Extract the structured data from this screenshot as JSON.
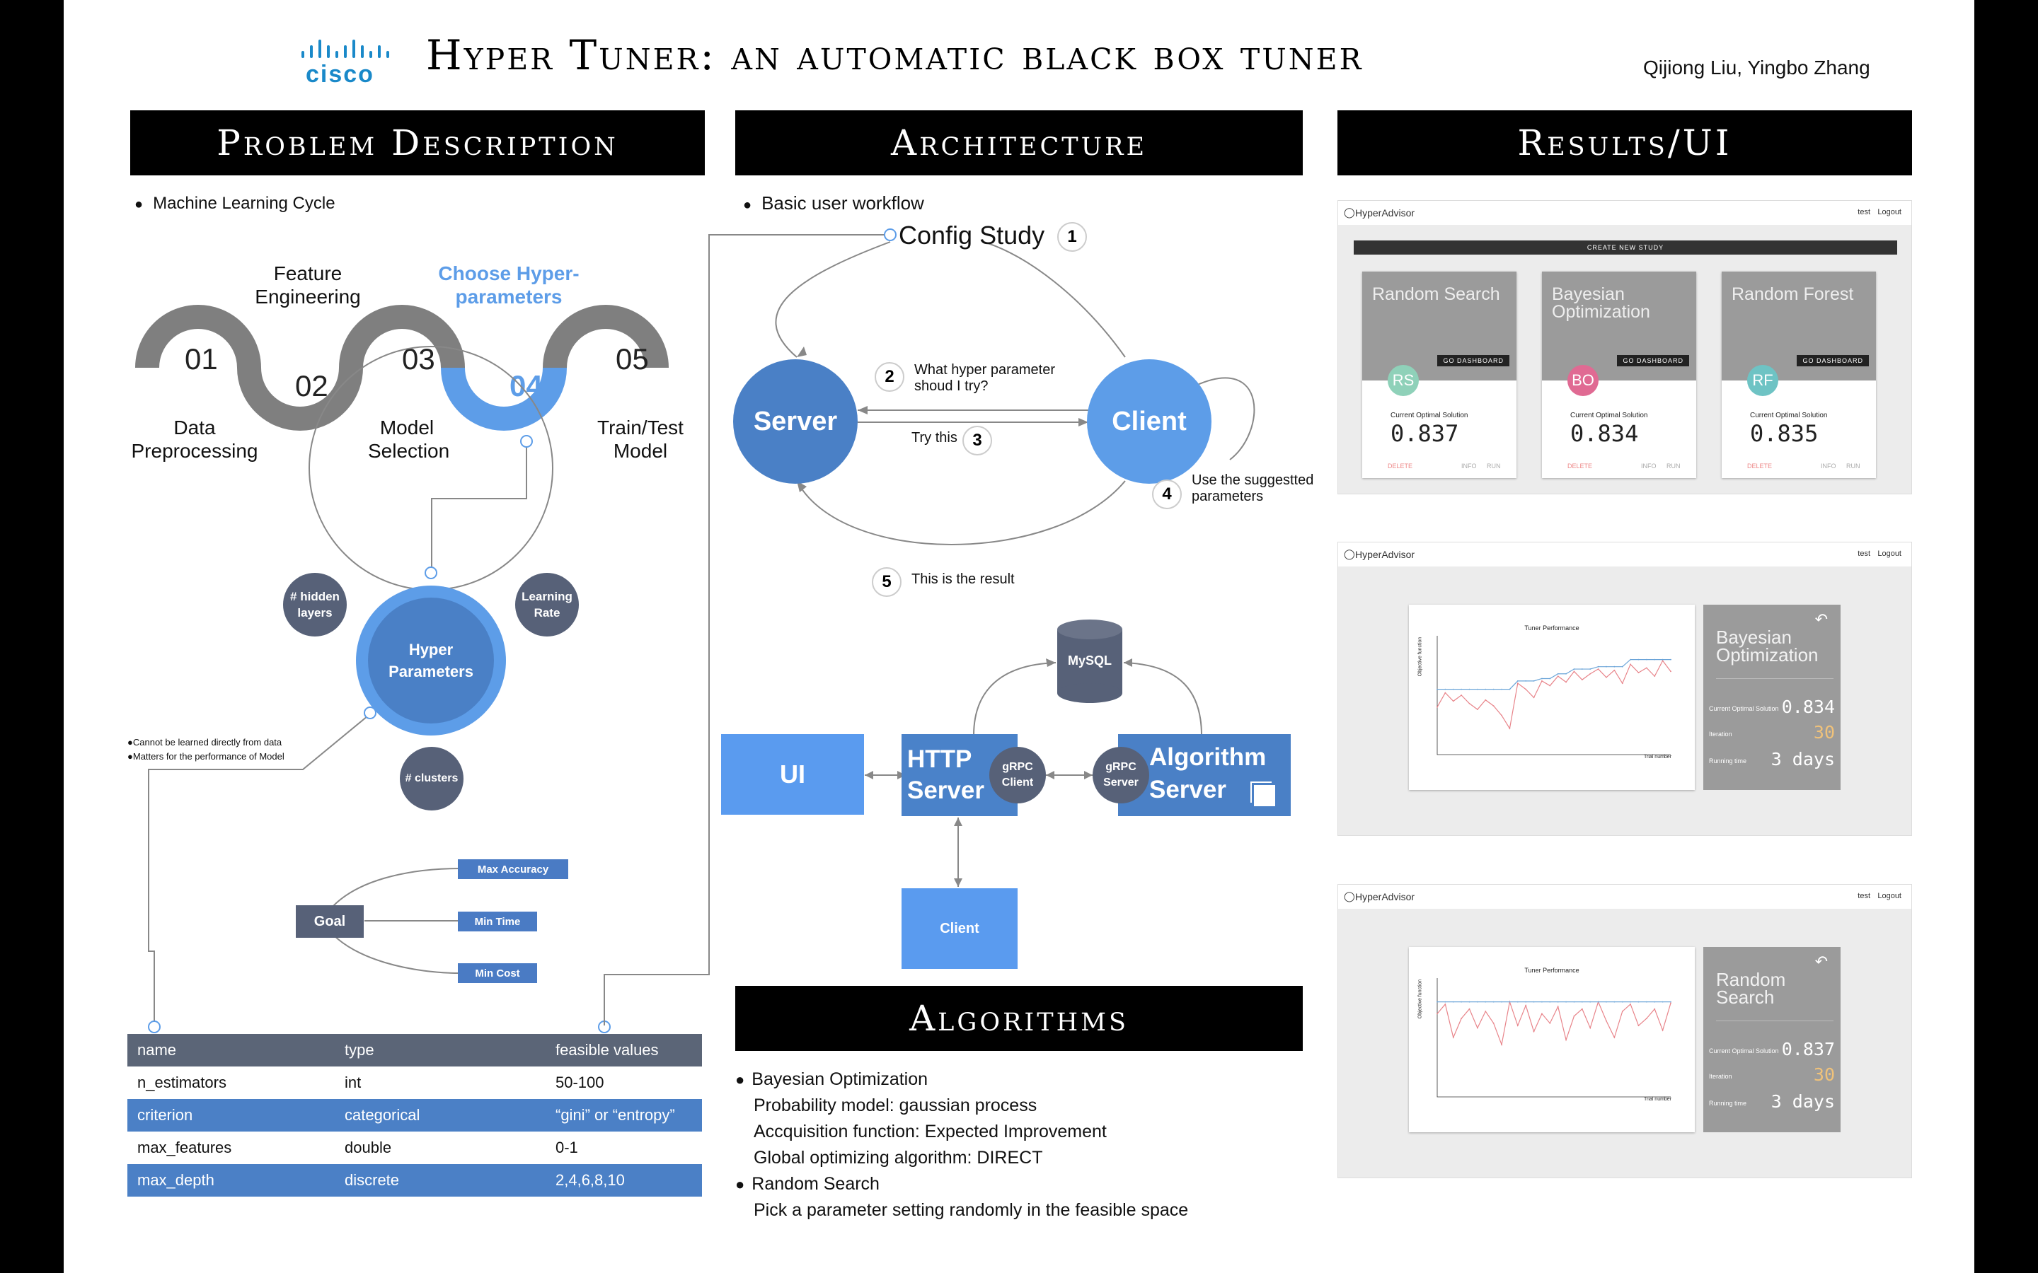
{
  "header": {
    "logo_text": "cisco",
    "title": "Hyper Tuner: an automatic black box tuner",
    "authors": "Qijiong Liu, Yingbo Zhang"
  },
  "sections": {
    "problem": "Problem Description",
    "architecture": "Architecture",
    "results": "Results/UI",
    "algorithms": "Algorithms"
  },
  "problem": {
    "bullet": "Machine Learning Cycle",
    "steps": [
      {
        "num": "01",
        "label": "Data Preprocessing"
      },
      {
        "num": "02",
        "label": "Feature Engineering"
      },
      {
        "num": "03",
        "label": "Model Selection"
      },
      {
        "num": "04",
        "label": "Choose Hyper-parameters"
      },
      {
        "num": "05",
        "label": "Train/Test Model"
      }
    ],
    "hub": "Hyper Parameters",
    "satellites": [
      "# hidden layers",
      "Learning Rate",
      "# clusters"
    ],
    "notes": [
      "Cannot be learned directly from data",
      "Matters for the performance of Model"
    ],
    "goal": "Goal",
    "goals": [
      "Max Accuracy",
      "Min Time",
      "Min Cost"
    ],
    "table": {
      "headers": [
        "name",
        "type",
        "feasible values"
      ],
      "rows": [
        [
          "n_estimators",
          "int",
          "50-100"
        ],
        [
          "criterion",
          "categorical",
          "“gini” or “entropy”"
        ],
        [
          "max_features",
          "double",
          "0-1"
        ],
        [
          "max_depth",
          "discrete",
          "2,4,6,8,10"
        ]
      ]
    }
  },
  "architecture": {
    "bullet": "Basic user workflow",
    "config": "Config Study",
    "server": "Server",
    "client": "Client",
    "steps": [
      {
        "num": "1"
      },
      {
        "num": "2",
        "text": "What hyper parameter shoud I try?"
      },
      {
        "num": "3",
        "text": "Try this"
      },
      {
        "num": "4",
        "text": "Use the suggestted parameters"
      },
      {
        "num": "5",
        "text": "This is the result"
      }
    ],
    "mysql": "MySQL",
    "ui": "UI",
    "http_server": "HTTP Server",
    "grpc_client": "gRPC Client",
    "grpc_server": "gRPC Server",
    "algorithm_server": "Algorithm Server",
    "client_box": "Client"
  },
  "algorithms": {
    "items": [
      {
        "title": "Bayesian Optimization",
        "lines": [
          "Probability model: gaussian process",
          "Accquisition function: Expected Improvement",
          "Global optimizing algorithm: DIRECT"
        ]
      },
      {
        "title": "Random Search",
        "lines": [
          "Pick a parameter setting randomly in the feasible space"
        ]
      }
    ]
  },
  "results": {
    "brand": "HyperAdvisor",
    "nav_user": "test",
    "nav_logout": "Logout",
    "create_study": "CREATE NEW STUDY",
    "go_dashboard": "GO DASHBOARD",
    "cards": [
      {
        "title": "Random Search",
        "initials": "RS",
        "label": "Current Optimal Solution",
        "value": "0.837",
        "color": "#8fd1b9"
      },
      {
        "title": "Bayesian Optimization",
        "initials": "BO",
        "label": "Current Optimal Solution",
        "value": "0.834",
        "color": "#e06a93"
      },
      {
        "title": "Random Forest",
        "initials": "RF",
        "label": "Current Optimal Solution",
        "value": "0.835",
        "color": "#6ec3c4"
      }
    ],
    "card_actions": [
      "DELETE",
      "INFO",
      "RUN"
    ],
    "plot_title": "Tuner Performance",
    "plot_ylabel": "Objective function",
    "plot_xlabel": "Trial number",
    "details": [
      {
        "title": "Bayesian Optimization",
        "solution": "0.834",
        "iteration": "30",
        "running": "3 days"
      },
      {
        "title": "Random Search",
        "solution": "0.837",
        "iteration": "30",
        "running": "3 days"
      }
    ],
    "labels": {
      "solution": "Current Optimal Solution",
      "iteration": "Iteration",
      "running": "Running time"
    }
  },
  "chart_data": [
    {
      "type": "line",
      "title": "Tuner Performance",
      "xlabel": "Trial number",
      "ylabel": "Objective function",
      "x": [
        0,
        1,
        2,
        3,
        4,
        5,
        6,
        7,
        8,
        9,
        10,
        11,
        12,
        13,
        14,
        15,
        16,
        17,
        18,
        19,
        20,
        21,
        22,
        23,
        24,
        25,
        26,
        27,
        28,
        29
      ],
      "series": [
        {
          "values": [
            0.4,
            0.52,
            0.45,
            0.5,
            0.43,
            0.38,
            0.46,
            0.41,
            0.33,
            0.22,
            0.6,
            0.55,
            0.48,
            0.62,
            0.58,
            0.66,
            0.61,
            0.7,
            0.63,
            0.68,
            0.72,
            0.65,
            0.71,
            0.6,
            0.76,
            0.69,
            0.73,
            0.66,
            0.79,
            0.7
          ]
        },
        {
          "values": [
            0.55,
            0.55,
            0.55,
            0.55,
            0.55,
            0.55,
            0.55,
            0.55,
            0.55,
            0.55,
            0.62,
            0.62,
            0.62,
            0.64,
            0.64,
            0.68,
            0.68,
            0.72,
            0.72,
            0.72,
            0.74,
            0.74,
            0.74,
            0.74,
            0.8,
            0.8,
            0.8,
            0.8,
            0.8,
            0.8
          ]
        }
      ]
    },
    {
      "type": "line",
      "title": "Tuner Performance",
      "xlabel": "Trial number",
      "ylabel": "Objective function",
      "x": [
        0,
        1,
        2,
        3,
        4,
        5,
        6,
        7,
        8,
        9,
        10,
        11,
        12,
        13,
        14,
        15,
        16,
        17,
        18,
        19,
        20,
        21,
        22,
        23,
        24,
        25,
        26,
        27,
        28,
        29
      ],
      "series": [
        {
          "values": [
            0.7,
            0.78,
            0.5,
            0.66,
            0.74,
            0.58,
            0.72,
            0.62,
            0.44,
            0.8,
            0.6,
            0.77,
            0.55,
            0.7,
            0.62,
            0.76,
            0.48,
            0.68,
            0.74,
            0.58,
            0.8,
            0.64,
            0.5,
            0.72,
            0.78,
            0.6,
            0.66,
            0.74,
            0.56,
            0.79
          ]
        },
        {
          "values": [
            0.8,
            0.8,
            0.8,
            0.8,
            0.8,
            0.8,
            0.8,
            0.8,
            0.8,
            0.8,
            0.8,
            0.8,
            0.8,
            0.8,
            0.8,
            0.8,
            0.8,
            0.8,
            0.8,
            0.8,
            0.8,
            0.8,
            0.8,
            0.8,
            0.8,
            0.8,
            0.8,
            0.8,
            0.8,
            0.8
          ]
        }
      ]
    }
  ]
}
